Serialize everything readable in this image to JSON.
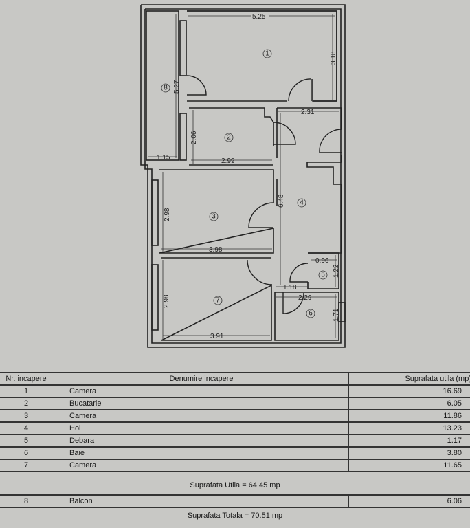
{
  "plan": {
    "rooms": [
      {
        "no": "1"
      },
      {
        "no": "2"
      },
      {
        "no": "3"
      },
      {
        "no": "4"
      },
      {
        "no": "5"
      },
      {
        "no": "6"
      },
      {
        "no": "7"
      },
      {
        "no": "8"
      }
    ],
    "dims": {
      "r1_w": "5.25",
      "r1_h": "3.18",
      "r8_h": "5.27",
      "r8_w": "1.15",
      "r2_h": "2.06",
      "r2_w": "2.99",
      "r4_w": "2.31",
      "r4_h": "6.48",
      "r3_h": "2.98",
      "r3_w": "3.98",
      "r5_w": "0.96",
      "r5_h": "1.22",
      "r5_d": "1.18",
      "r6_w": "2.29",
      "r6_h": "1.71",
      "r7_h": "2.98",
      "r7_w": "3.91"
    }
  },
  "table": {
    "headers": [
      "Nr. incapere",
      "Denumire incapere",
      "Suprafata utila (mp)"
    ],
    "rows": [
      {
        "nr": "1",
        "name": "Camera",
        "area": "16.69"
      },
      {
        "nr": "2",
        "name": "Bucatarie",
        "area": "6.05"
      },
      {
        "nr": "3",
        "name": "Camera",
        "area": "11.86"
      },
      {
        "nr": "4",
        "name": "Hol",
        "area": "13.23"
      },
      {
        "nr": "5",
        "name": "Debara",
        "area": "1.17"
      },
      {
        "nr": "6",
        "name": "Baie",
        "area": "3.80"
      },
      {
        "nr": "7",
        "name": "Camera",
        "area": "11.65"
      }
    ],
    "usable_total": "Suprafata Utila = 64.45 mp",
    "balcony": {
      "nr": "8",
      "name": "Balcon",
      "area": "6.06"
    },
    "grand_total": "Suprafata Totala = 70.51  mp"
  }
}
